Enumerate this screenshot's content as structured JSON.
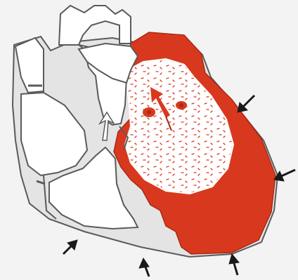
{
  "figure": {
    "description_text": "",
    "colors": {
      "background": "#f3f3f3",
      "page": "#ffffff",
      "outline": "#5a5a5a",
      "wall_light": "#e4e4e4",
      "muscle_red": "#d8391e",
      "muscle_dark": "#a82a14",
      "arrow": "#1a1a1a"
    },
    "arrows": [
      {
        "name": "arrow-upper-right",
        "direction": "inward"
      },
      {
        "name": "arrow-right",
        "direction": "inward"
      },
      {
        "name": "arrow-bottom-right",
        "direction": "inward"
      },
      {
        "name": "arrow-bottom-center",
        "direction": "inward"
      },
      {
        "name": "arrow-bottom-left",
        "direction": "inward"
      }
    ]
  }
}
